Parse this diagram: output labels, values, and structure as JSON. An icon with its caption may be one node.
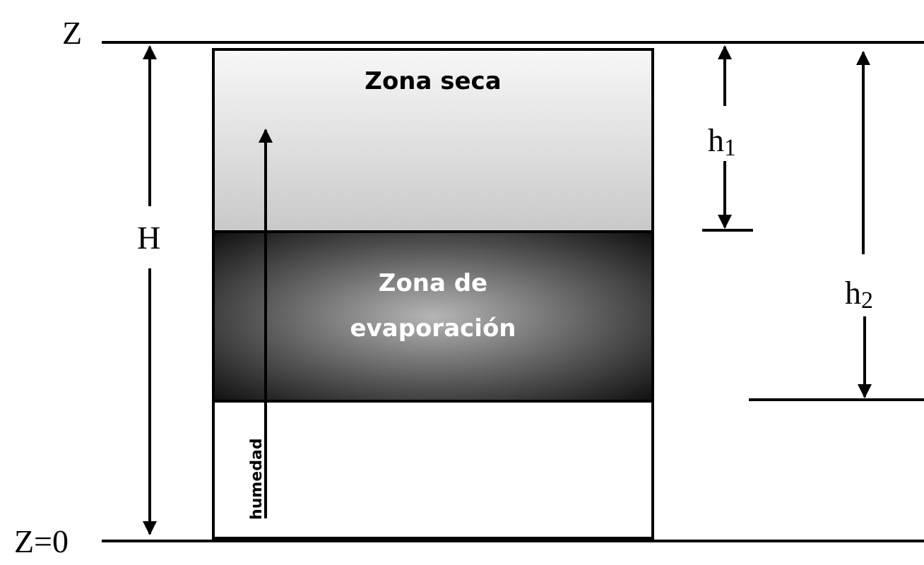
{
  "diagram": {
    "nodes": [
      {
        "text": [],
        "shape": "box"
      },
      {
        "text": [
          "Zona seca"
        ],
        "in": 0
      },
      {
        "text": [
          "Zona de evaporación"
        ],
        "in": 0
      }
    ],
    "labels": [
      "Z",
      "H",
      "h$_{1}$",
      "h$_{2}$",
      "humedad",
      "Z=0"
    ]
  }
}
